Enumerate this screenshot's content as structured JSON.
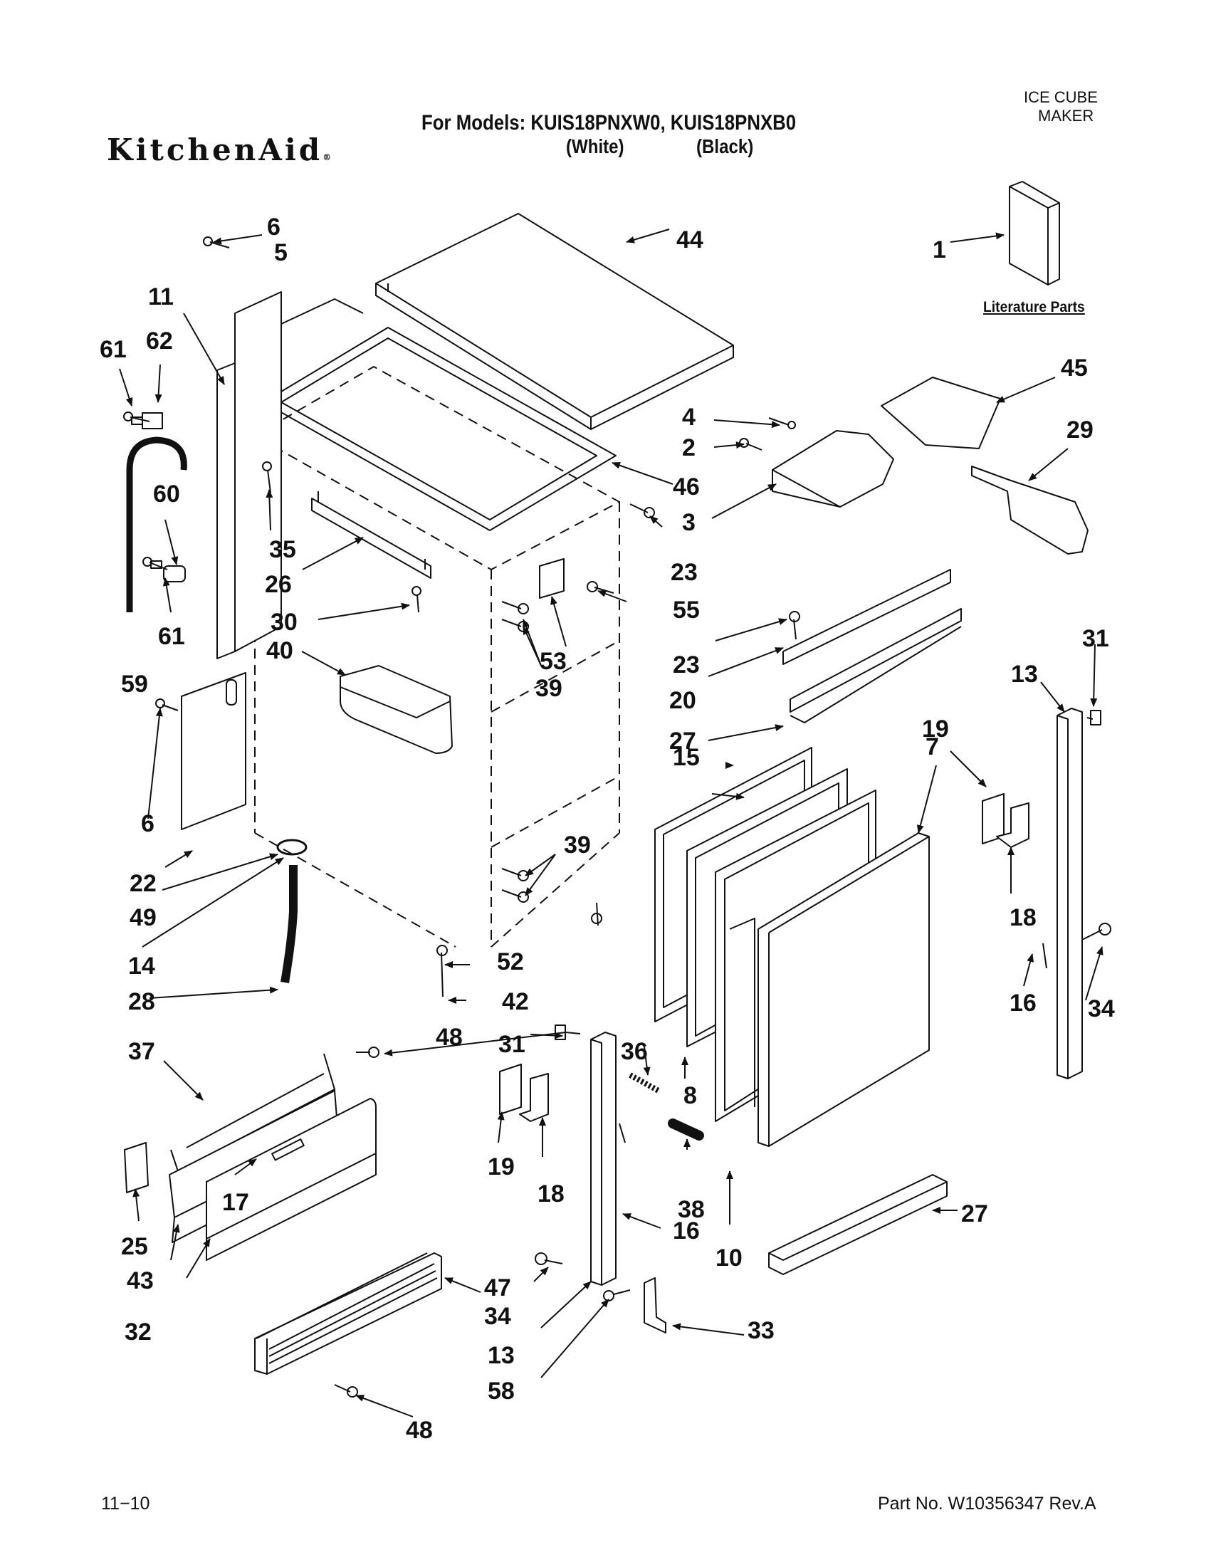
{
  "header": {
    "brand": "KitchenAid",
    "brand_mark": "®",
    "models_line": "For Models: KUIS18PNXW0, KUIS18PNXB0",
    "variant_white": "(White)",
    "variant_black": "(Black)",
    "category_line1": "ICE CUBE",
    "category_line2": "MAKER",
    "literature_label": "Literature Parts"
  },
  "footer": {
    "date_code": "11−10",
    "part_number": "Part No. W10356347 Rev.A"
  },
  "callouts": [
    {
      "id": "c-1",
      "label": "1"
    },
    {
      "id": "c-44",
      "label": "44"
    },
    {
      "id": "c-6a",
      "label": "6"
    },
    {
      "id": "c-5",
      "label": "5"
    },
    {
      "id": "c-11",
      "label": "11"
    },
    {
      "id": "c-61a",
      "label": "61"
    },
    {
      "id": "c-62",
      "label": "62"
    },
    {
      "id": "c-45",
      "label": "45"
    },
    {
      "id": "c-4",
      "label": "4"
    },
    {
      "id": "c-29",
      "label": "29"
    },
    {
      "id": "c-2",
      "label": "2"
    },
    {
      "id": "c-46",
      "label": "46"
    },
    {
      "id": "c-60",
      "label": "60"
    },
    {
      "id": "c-3",
      "label": "3"
    },
    {
      "id": "c-35",
      "label": "35"
    },
    {
      "id": "c-23a",
      "label": "23"
    },
    {
      "id": "c-26",
      "label": "26"
    },
    {
      "id": "c-55",
      "label": "55"
    },
    {
      "id": "c-30",
      "label": "30"
    },
    {
      "id": "c-61b",
      "label": "61"
    },
    {
      "id": "c-53",
      "label": "53"
    },
    {
      "id": "c-23b",
      "label": "23"
    },
    {
      "id": "c-31a",
      "label": "31"
    },
    {
      "id": "c-40",
      "label": "40"
    },
    {
      "id": "c-59",
      "label": "59"
    },
    {
      "id": "c-39a",
      "label": "39"
    },
    {
      "id": "c-13a",
      "label": "13"
    },
    {
      "id": "c-20",
      "label": "20"
    },
    {
      "id": "c-27a",
      "label": "27"
    },
    {
      "id": "c-19a",
      "label": "19"
    },
    {
      "id": "c-7",
      "label": "7"
    },
    {
      "id": "c-15",
      "label": "15"
    },
    {
      "id": "c-6b",
      "label": "6"
    },
    {
      "id": "c-39b",
      "label": "39"
    },
    {
      "id": "c-22",
      "label": "22"
    },
    {
      "id": "c-18a",
      "label": "18"
    },
    {
      "id": "c-49",
      "label": "49"
    },
    {
      "id": "c-14",
      "label": "14"
    },
    {
      "id": "c-52",
      "label": "52"
    },
    {
      "id": "c-16a",
      "label": "16"
    },
    {
      "id": "c-34a",
      "label": "34"
    },
    {
      "id": "c-28",
      "label": "28"
    },
    {
      "id": "c-42",
      "label": "42"
    },
    {
      "id": "c-37",
      "label": "37"
    },
    {
      "id": "c-48a",
      "label": "48"
    },
    {
      "id": "c-31b",
      "label": "31"
    },
    {
      "id": "c-36",
      "label": "36"
    },
    {
      "id": "c-8",
      "label": "8"
    },
    {
      "id": "c-19b",
      "label": "19"
    },
    {
      "id": "c-18b",
      "label": "18"
    },
    {
      "id": "c-17",
      "label": "17"
    },
    {
      "id": "c-38",
      "label": "38"
    },
    {
      "id": "c-27b",
      "label": "27"
    },
    {
      "id": "c-16b",
      "label": "16"
    },
    {
      "id": "c-25",
      "label": "25"
    },
    {
      "id": "c-10",
      "label": "10"
    },
    {
      "id": "c-43",
      "label": "43"
    },
    {
      "id": "c-47",
      "label": "47"
    },
    {
      "id": "c-34b",
      "label": "34"
    },
    {
      "id": "c-33",
      "label": "33"
    },
    {
      "id": "c-32",
      "label": "32"
    },
    {
      "id": "c-13b",
      "label": "13"
    },
    {
      "id": "c-58",
      "label": "58"
    },
    {
      "id": "c-48b",
      "label": "48"
    }
  ]
}
